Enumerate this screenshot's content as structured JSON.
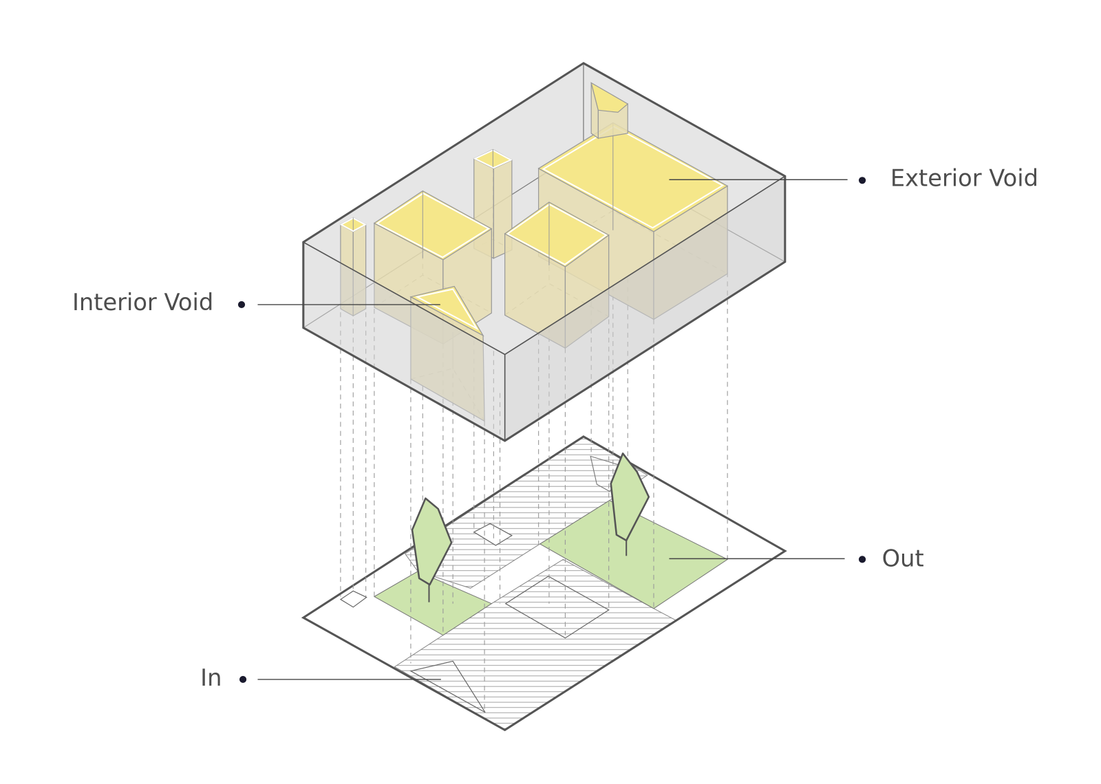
{
  "labels": {
    "exterior_void": "Exterior Void",
    "interior_void": "Interior Void",
    "out": "Out",
    "in": "In"
  },
  "colors": {
    "void_yellow": "#f5e78a",
    "garden_green": "#cde4ad",
    "volume_gray": "#e2e2e2",
    "outline": "#555555"
  }
}
